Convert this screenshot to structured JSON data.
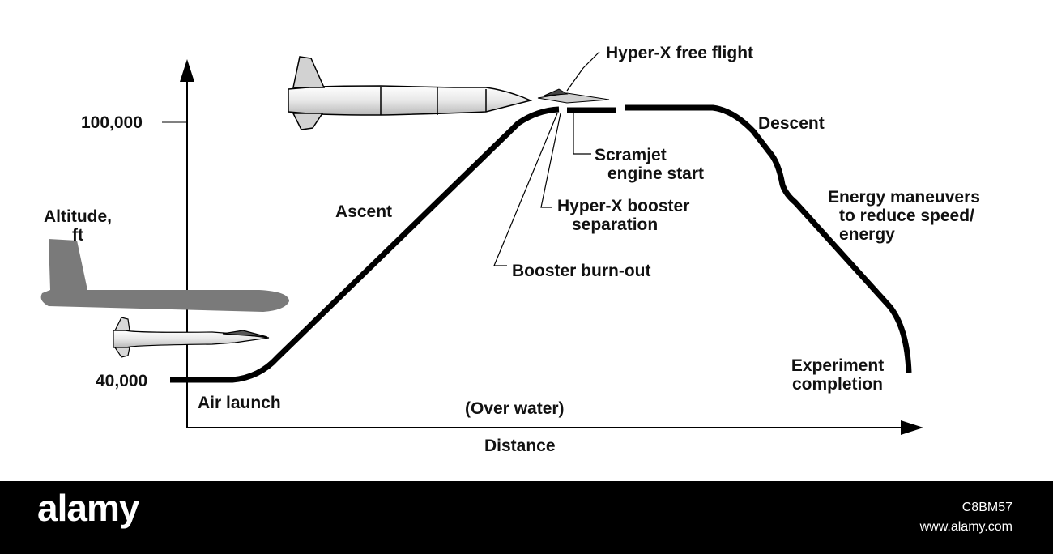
{
  "diagram": {
    "y_axis": {
      "title_line1": "Altitude,",
      "title_line2": "ft",
      "tick_high": "100,000",
      "tick_low": "40,000"
    },
    "x_axis": {
      "title": "Distance",
      "note": "(Over water)"
    },
    "phases": {
      "air_launch": "Air launch",
      "ascent": "Ascent",
      "descent": "Descent",
      "energy_line1": "Energy maneuvers",
      "energy_line2": "to reduce speed/",
      "energy_line3": "energy",
      "experiment_line1": "Experiment",
      "experiment_line2": "completion"
    },
    "events": {
      "free_flight": "Hyper-X free flight",
      "scramjet_line1": "Scramjet",
      "scramjet_line2": "engine start",
      "separation_line1": "Hyper-X booster",
      "separation_line2": "separation",
      "burnout": "Booster burn-out"
    },
    "colors": {
      "line": "#000000",
      "carrier_aircraft": "#7a7a7a",
      "vehicle_fill": "#e6e6e6",
      "footer_bg": "#000000"
    }
  },
  "watermark": {
    "logo": "alamy",
    "image_id": "C8BM57",
    "site": "www.alamy.com"
  }
}
